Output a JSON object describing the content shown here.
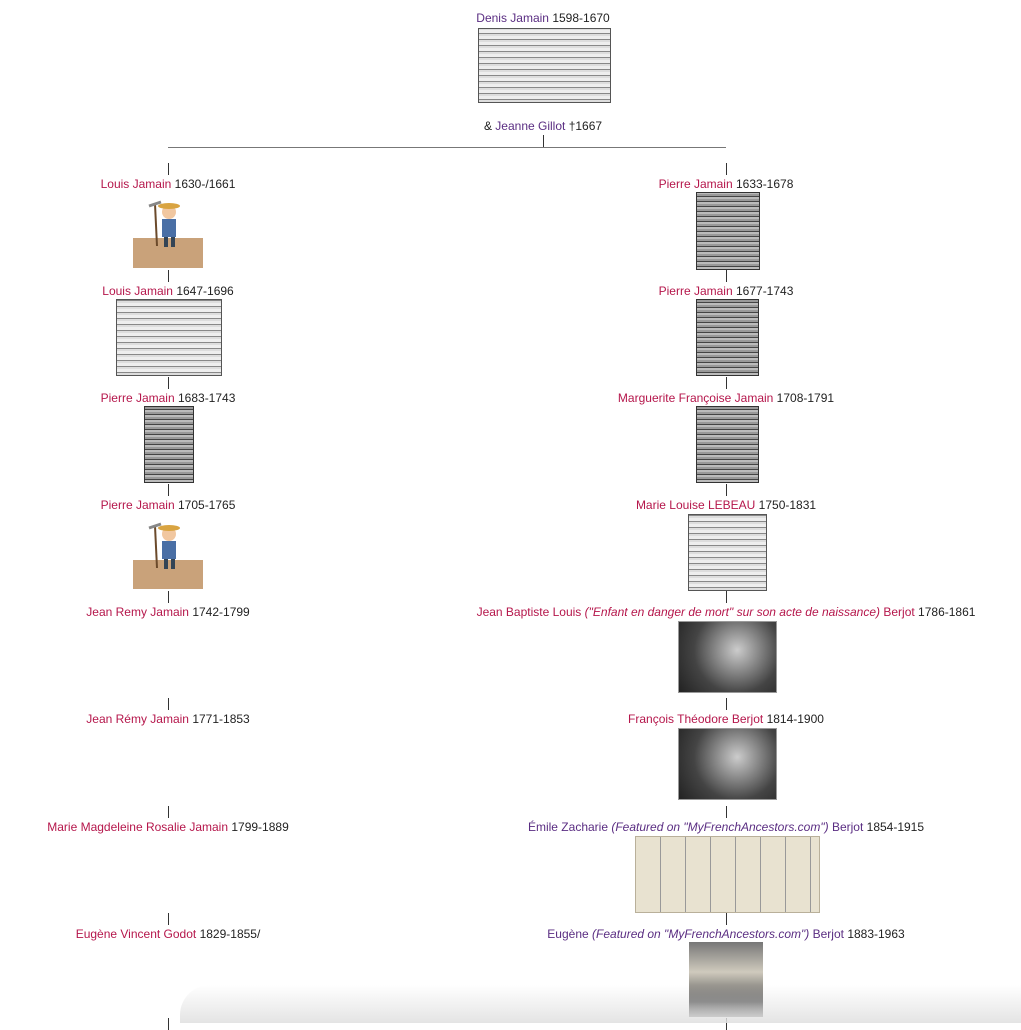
{
  "root": {
    "name": "Denis Jamain",
    "dates": "1598-1670",
    "color": "purple"
  },
  "spouse": {
    "prefix": "&",
    "name": "Jeanne Gillot",
    "dates": "†1667",
    "color": "purple"
  },
  "left": [
    {
      "name": "Louis Jamain",
      "dates": "1630-/1661",
      "color": "red",
      "image": "farmer-illustration"
    },
    {
      "name": "Louis Jamain",
      "dates": "1647-1696",
      "color": "red",
      "image": "document-scan"
    },
    {
      "name": "Pierre Jamain",
      "dates": "1683-1743",
      "color": "red",
      "image": "document-scan"
    },
    {
      "name": "Pierre Jamain",
      "dates": "1705-1765",
      "color": "red",
      "image": "farmer-illustration"
    },
    {
      "name": "Jean Remy Jamain",
      "dates": "1742-1799",
      "color": "red"
    },
    {
      "name": "Jean Rémy Jamain",
      "dates": "1771-1853",
      "color": "red"
    },
    {
      "name": "Marie Magdeleine Rosalie Jamain",
      "dates": "1799-1889",
      "color": "red"
    },
    {
      "name": "Eugène Vincent Godot",
      "dates": "1829-1855/",
      "color": "red"
    }
  ],
  "right": [
    {
      "name": "Pierre Jamain",
      "dates": "1633-1678",
      "color": "red"
    },
    {
      "name": "Pierre Jamain",
      "dates": "1677-1743",
      "color": "red"
    },
    {
      "name": "Marguerite Françoise Jamain",
      "dates": "1708-1791",
      "color": "red"
    },
    {
      "name": "Marie Louise LEBEAU",
      "dates": "1750-1831",
      "color": "red"
    },
    {
      "name": "Jean Baptiste Louis",
      "note": "(\"Enfant en danger de mort\" sur son acte de naissance)",
      "surname": "Berjot",
      "dates": "1786-1861",
      "color": "red"
    },
    {
      "name": "François Théodore Berjot",
      "dates": "1814-1900",
      "color": "red"
    },
    {
      "name": "Émile Zacharie",
      "note": "(Featured on \"MyFrenchAncestors.com\")",
      "surname": "Berjot",
      "dates": "1854-1915",
      "color": "purple"
    },
    {
      "name": "Eugène",
      "note": "(Featured on \"MyFrenchAncestors.com\")",
      "surname": "Berjot",
      "dates": "1883-1963",
      "color": "purple"
    }
  ]
}
